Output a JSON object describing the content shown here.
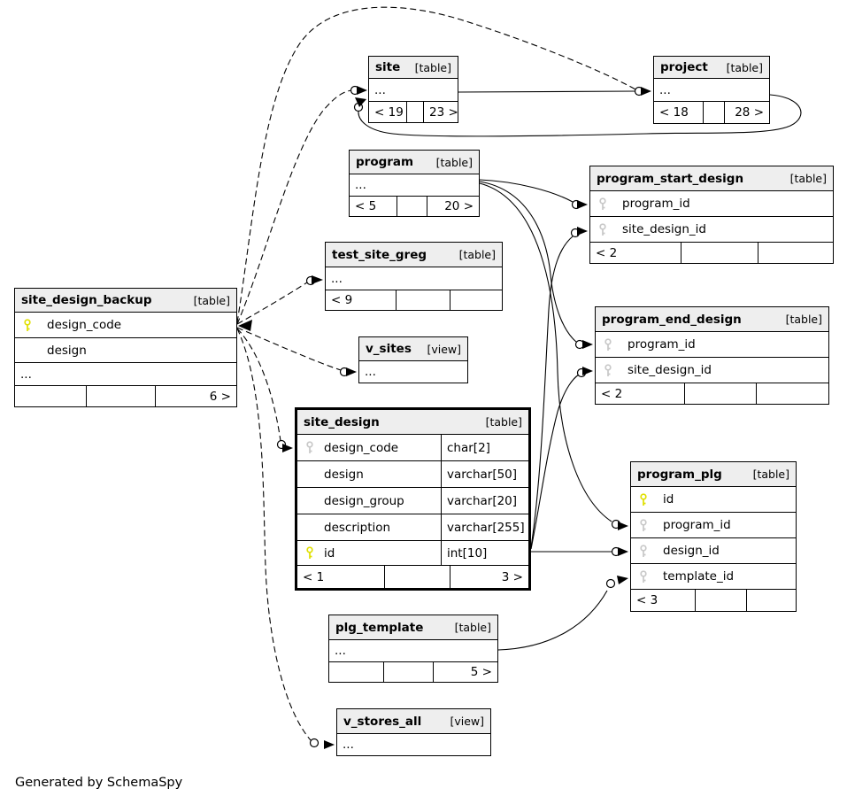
{
  "footer_note": "Generated by SchemaSpy",
  "colors": {
    "header_bg": "#eeeeee",
    "pk_key": "#e0e000",
    "fk_key": "#c8c8c8",
    "line": "#000000"
  },
  "tables": {
    "site": {
      "name": "site",
      "kind": "[table]",
      "ellipsis": "...",
      "footer": {
        "left": "< 19",
        "mid": "",
        "right": "23 >"
      }
    },
    "project": {
      "name": "project",
      "kind": "[table]",
      "ellipsis": "...",
      "footer": {
        "left": "< 18",
        "mid": "",
        "right": "28 >"
      }
    },
    "program": {
      "name": "program",
      "kind": "[table]",
      "ellipsis": "...",
      "footer": {
        "left": "< 5",
        "mid": "",
        "right": "20 >"
      }
    },
    "program_start_design": {
      "name": "program_start_design",
      "kind": "[table]",
      "fields": [
        {
          "name": "program_id",
          "key": "fk"
        },
        {
          "name": "site_design_id",
          "key": "fk"
        }
      ],
      "footer": {
        "left": "< 2",
        "mid": "",
        "right": ""
      }
    },
    "test_site_greg": {
      "name": "test_site_greg",
      "kind": "[table]",
      "ellipsis": "...",
      "footer": {
        "left": "< 9",
        "mid": "",
        "right": ""
      }
    },
    "site_design_backup": {
      "name": "site_design_backup",
      "kind": "[table]",
      "fields": [
        {
          "name": "design_code",
          "key": "pk"
        },
        {
          "name": "design",
          "key": ""
        }
      ],
      "ellipsis": "...",
      "footer": {
        "left": "",
        "mid": "",
        "right": "6 >"
      }
    },
    "v_sites": {
      "name": "v_sites",
      "kind": "[view]",
      "ellipsis": "..."
    },
    "site_design": {
      "name": "site_design",
      "kind": "[table]",
      "fields": [
        {
          "name": "design_code",
          "type": "char[2]",
          "key": "fk"
        },
        {
          "name": "design",
          "type": "varchar[50]",
          "key": ""
        },
        {
          "name": "design_group",
          "type": "varchar[20]",
          "key": ""
        },
        {
          "name": "description",
          "type": "varchar[255]",
          "key": ""
        },
        {
          "name": "id",
          "type": "int[10]",
          "key": "pk"
        }
      ],
      "footer": {
        "left": "< 1",
        "mid": "",
        "right": "3 >"
      }
    },
    "program_end_design": {
      "name": "program_end_design",
      "kind": "[table]",
      "fields": [
        {
          "name": "program_id",
          "key": "fk"
        },
        {
          "name": "site_design_id",
          "key": "fk"
        }
      ],
      "footer": {
        "left": "< 2",
        "mid": "",
        "right": ""
      }
    },
    "program_plg": {
      "name": "program_plg",
      "kind": "[table]",
      "fields": [
        {
          "name": "id",
          "key": "pk"
        },
        {
          "name": "program_id",
          "key": "fk"
        },
        {
          "name": "design_id",
          "key": "fk"
        },
        {
          "name": "template_id",
          "key": "fk"
        }
      ],
      "footer": {
        "left": "< 3",
        "mid": "",
        "right": ""
      }
    },
    "plg_template": {
      "name": "plg_template",
      "kind": "[table]",
      "ellipsis": "...",
      "footer": {
        "left": "",
        "mid": "",
        "right": "5 >"
      }
    },
    "v_stores_all": {
      "name": "v_stores_all",
      "kind": "[view]",
      "ellipsis": "..."
    }
  },
  "relationships": [
    {
      "parent": "site_design_backup.design_code",
      "child": "site",
      "style": "implied"
    },
    {
      "parent": "site_design_backup.design_code",
      "child": "project",
      "style": "implied"
    },
    {
      "parent": "site_design_backup.design_code",
      "child": "test_site_greg",
      "style": "implied"
    },
    {
      "parent": "site_design_backup.design_code",
      "child": "v_sites",
      "style": "implied"
    },
    {
      "parent": "site_design_backup.design_code",
      "child": "site_design.design_code",
      "style": "implied"
    },
    {
      "parent": "site_design_backup.design_code",
      "child": "v_stores_all",
      "style": "implied"
    },
    {
      "parent": "site",
      "child": "project",
      "style": "real"
    },
    {
      "parent": "project",
      "child": "site",
      "style": "real"
    },
    {
      "parent": "program",
      "child": "program_start_design.program_id",
      "style": "real"
    },
    {
      "parent": "program",
      "child": "program_end_design.program_id",
      "style": "real"
    },
    {
      "parent": "program",
      "child": "program_plg.program_id",
      "style": "real"
    },
    {
      "parent": "site_design.id",
      "child": "program_start_design.site_design_id",
      "style": "real"
    },
    {
      "parent": "site_design.id",
      "child": "program_end_design.site_design_id",
      "style": "real"
    },
    {
      "parent": "site_design.id",
      "child": "program_plg.design_id",
      "style": "real"
    },
    {
      "parent": "plg_template",
      "child": "program_plg.template_id",
      "style": "real"
    }
  ]
}
